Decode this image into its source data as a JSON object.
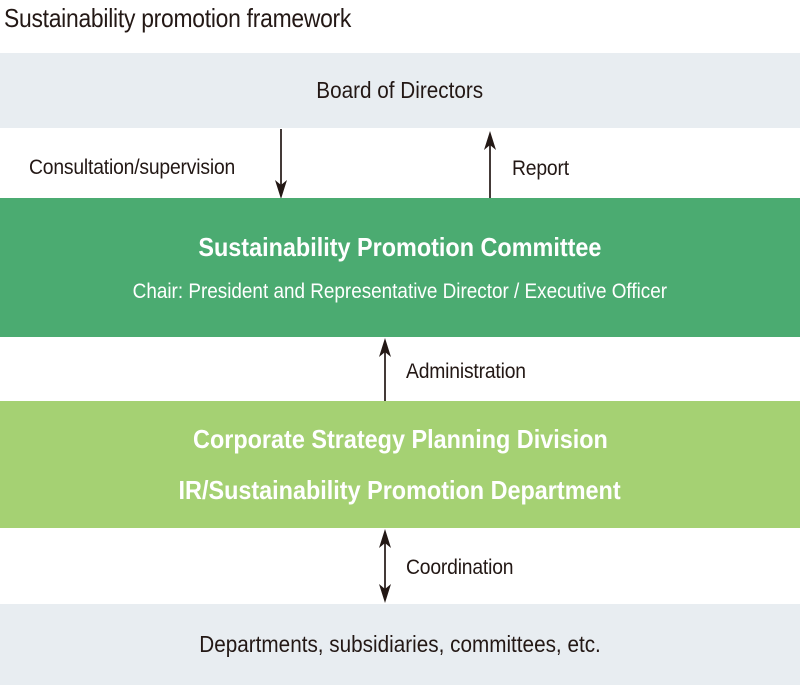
{
  "title": "Sustainability promotion framework",
  "colors": {
    "committee_green": "#4bab71",
    "division_light_green": "#a5d173",
    "box_gray": "#e8edf1",
    "ink": "#231815",
    "box_text_light": "#ffffff"
  },
  "nodes": {
    "board": {
      "label": "Board of Directors"
    },
    "committee": {
      "title": "Sustainability Promotion Committee",
      "subtitle": "Chair: President and Representative Director / Executive Officer"
    },
    "division": {
      "line1": "Corporate Strategy Planning Division",
      "line2": "IR/Sustainability Promotion Department"
    },
    "departments": {
      "label": "Departments, subsidiaries, committees, etc."
    }
  },
  "connectors": {
    "consultation": {
      "label": "Consultation/supervision",
      "direction": "down"
    },
    "report": {
      "label": "Report",
      "direction": "up"
    },
    "administration": {
      "label": "Administration",
      "direction": "up"
    },
    "coordination": {
      "label": "Coordination",
      "direction": "both"
    }
  }
}
